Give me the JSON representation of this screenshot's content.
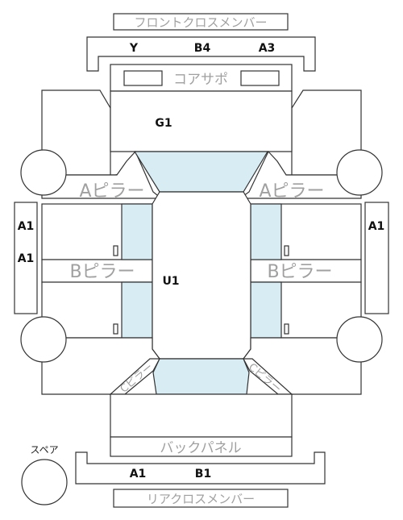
{
  "parts": {
    "front_cross_member": "フロントクロスメンバー",
    "core_support": "コアサポ",
    "a_pillar_left": "Aピラー",
    "a_pillar_right": "Aピラー",
    "b_pillar_left": "Bピラー",
    "b_pillar_right": "Bピラー",
    "back_panel": "バックパネル",
    "rear_cross_member": "リアクロスメンバー",
    "c_pillar_left": "Cピラー",
    "c_pillar_right": "Cピラー",
    "spare": "スペア"
  },
  "grades": {
    "front_cross_y": "Y",
    "front_cross_b4": "B4",
    "front_cross_a3": "A3",
    "hood": "G1",
    "roof": "U1",
    "left_a1_top": "A1",
    "left_a1_bottom": "A1",
    "right_a1": "A1",
    "rear_a1": "A1",
    "rear_b1": "B1"
  }
}
